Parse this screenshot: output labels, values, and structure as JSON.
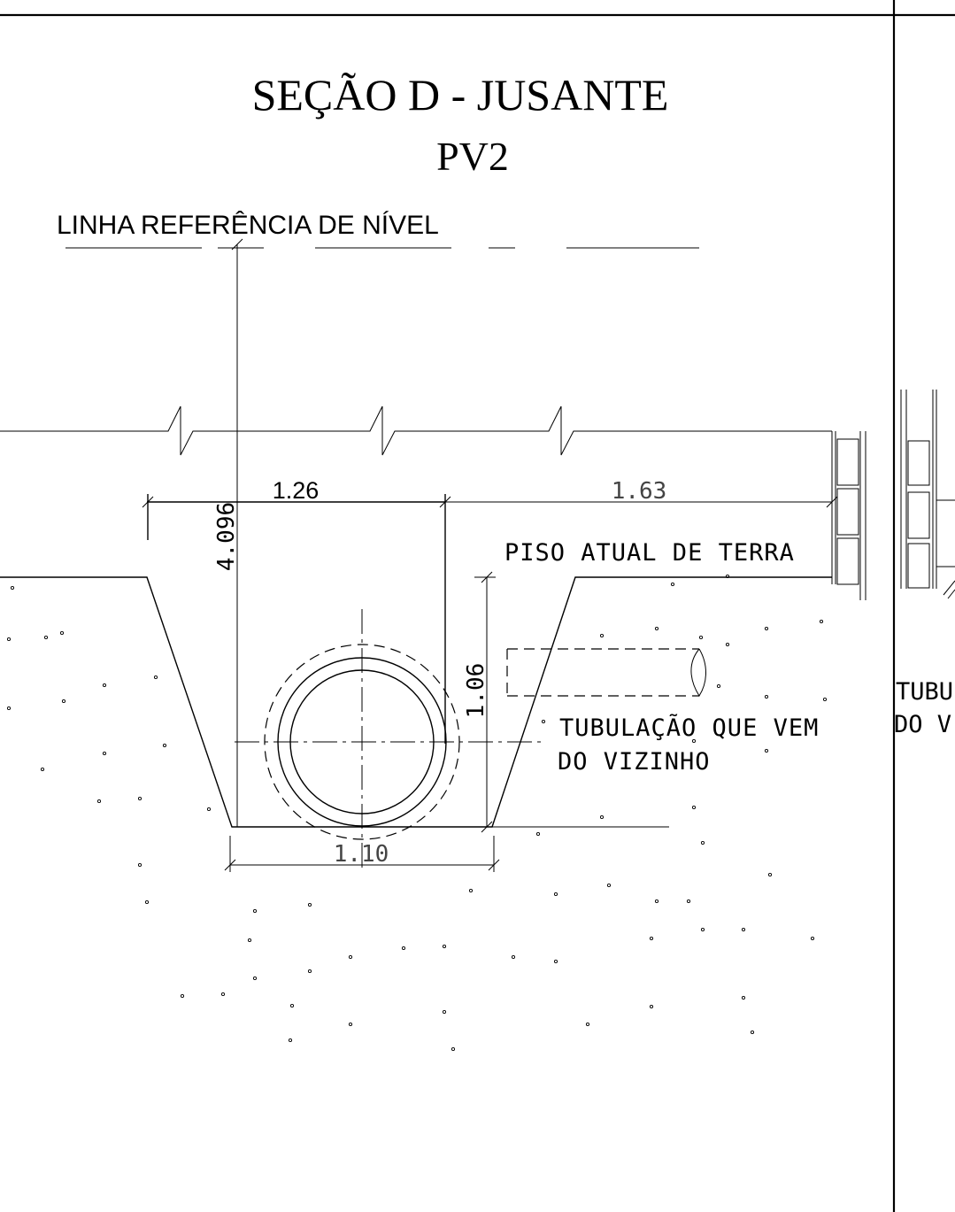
{
  "title": "SEÇÃO D - JUSANTE",
  "subtitle": "PV2",
  "reference_label": "LINHA REFERÊNCIA DE NÍVEL",
  "dimensions": {
    "top_width": "1.26",
    "right_width": "1.63",
    "total_depth": "4.096",
    "trench_depth": "1.06",
    "bottom_width": "1.10"
  },
  "labels": {
    "ground": "PISO ATUAL DE TERRA",
    "pipe_line1": "TUBULAÇÃO QUE VEM",
    "pipe_line2": "DO VIZINHO",
    "side_line1": "TUBU",
    "side_line2": "DO V"
  }
}
